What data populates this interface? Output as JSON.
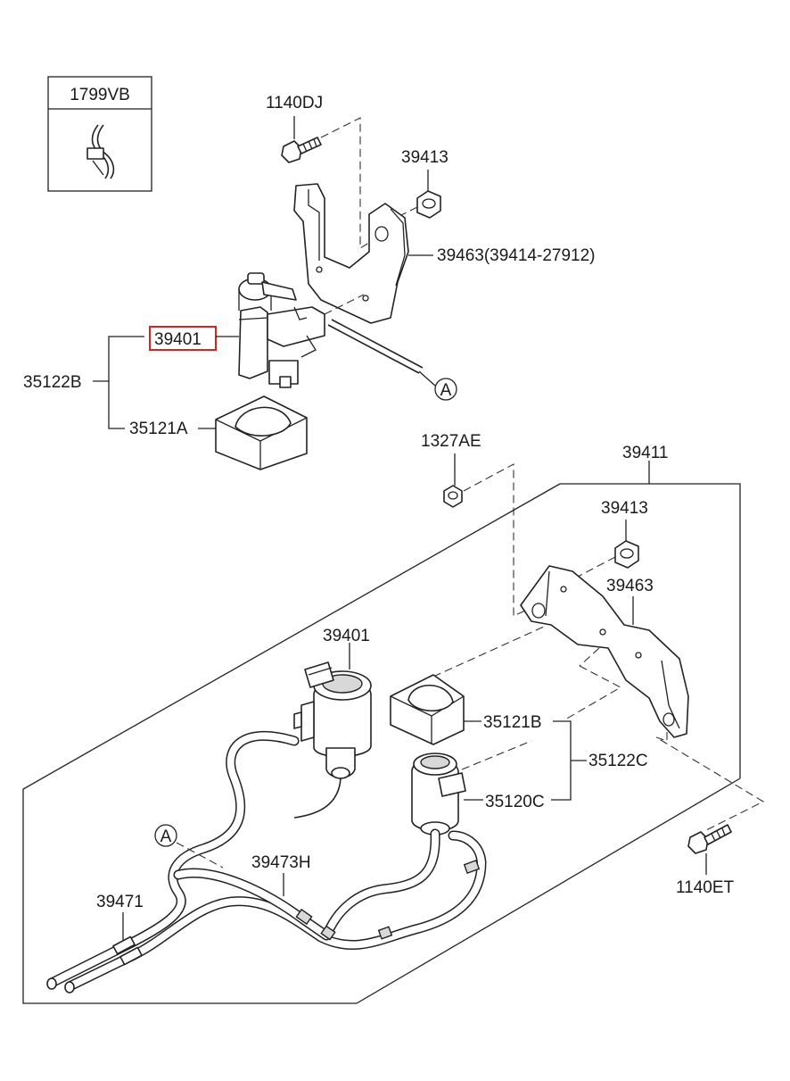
{
  "labels": {
    "clip_box": "1799VB",
    "bolt_top": "1140DJ",
    "nut_top": "39413",
    "bracket_top": "39463(39414-27912)",
    "valve_top": "39401",
    "clamp_assy_top": "35122B",
    "clamp_top": "35121A",
    "callout_a_top": "A",
    "nut_mid": "1327AE",
    "assy_lower": "39411",
    "nut_lower": "39413",
    "bracket_lower": "39463",
    "valve_lower": "39401",
    "clamp_lower": "35121B",
    "clamp_assy_lower": "35122C",
    "valve_small_lower": "35120C",
    "callout_a_lower": "A",
    "hose_mid": "39473H",
    "hose_left": "39471",
    "bolt_lower": "1140ET"
  },
  "colors": {
    "line": "#222222",
    "highlight": "#e0201b",
    "shade": "#d8d8d8"
  }
}
